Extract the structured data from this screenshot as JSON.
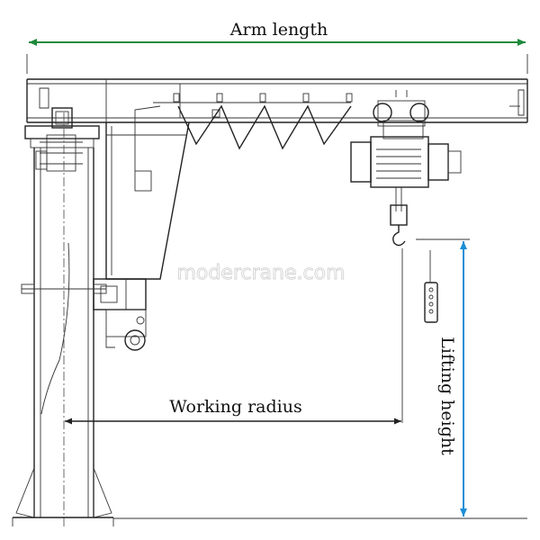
{
  "labels": {
    "arm_length": "Arm length",
    "working_radius": "Working radius",
    "lifting_height": "Lifting height"
  },
  "watermark": "modercrane.com",
  "colors": {
    "arm_length_arrow": "#1e8a3c",
    "lifting_height_arrow": "#1a8fd6",
    "drawing_lines": "#222222"
  }
}
